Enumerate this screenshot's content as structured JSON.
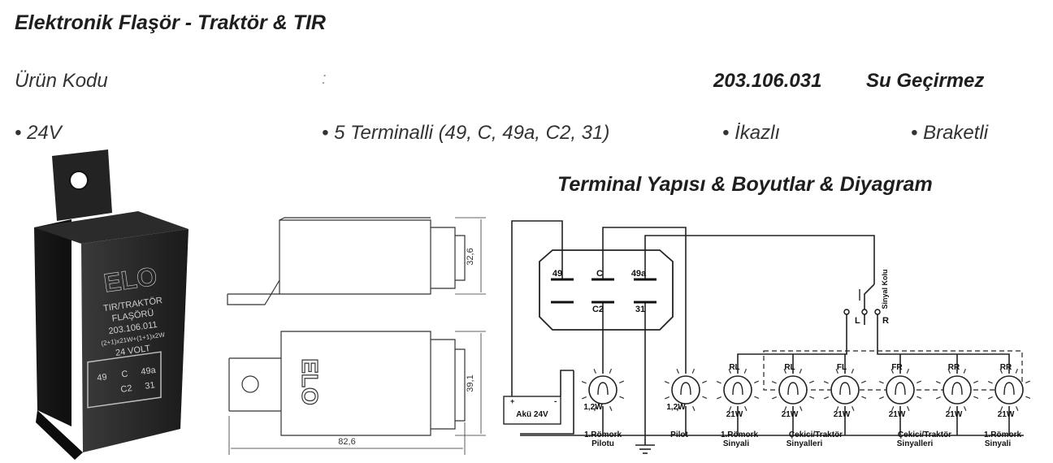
{
  "header": {
    "title": "Elektronik Flaşör - Traktör & TIR",
    "code_label": "Ürün Kodu",
    "code_separator": ":",
    "code_value": "203.106.031",
    "feature_badge": "Su Geçirmez"
  },
  "features": [
    "• 24V",
    "• 5 Terminalli (49, C, 49a, C2, 31)",
    "• İkazlı",
    "• Braketli"
  ],
  "section_title": "Terminal Yapısı & Boyutlar & Diyagram",
  "product": {
    "brand": "ELO",
    "lines": [
      "TIR/TRAKTÖR",
      "FLAŞÖRÜ",
      "203.106.011",
      "(2+1)x21W+(1+1)x2W",
      "24 VOLT"
    ],
    "terminals": [
      "49",
      "C",
      "49a",
      "C2",
      "31"
    ]
  },
  "dimensions": {
    "height_top": "32,6",
    "height_bottom": "39,1",
    "length": "82,6",
    "brand": "ELO"
  },
  "diagram": {
    "terminals": [
      "49",
      "C",
      "49a",
      "C2",
      "31"
    ],
    "battery": "Akü 24V",
    "switch_label": "Sinyal Kolu",
    "switch_left": "L",
    "switch_right": "R",
    "lamps": [
      {
        "code": "",
        "watt": "1,2W"
      },
      {
        "code": "",
        "watt": "1,2W"
      },
      {
        "code": "RL",
        "watt": "21W"
      },
      {
        "code": "RL",
        "watt": "21W"
      },
      {
        "code": "FL",
        "watt": "21W"
      },
      {
        "code": "FR",
        "watt": "21W"
      },
      {
        "code": "RR",
        "watt": "21W"
      },
      {
        "code": "RR",
        "watt": "21W"
      }
    ],
    "captions": [
      [
        "1.Römork",
        "Pilotu"
      ],
      [
        "Pilot"
      ],
      [
        "1.Römork",
        "Sinyali"
      ],
      [
        "Çekici/Traktör",
        "Sinyalleri"
      ],
      [
        "Çekici/Traktör",
        "Sinyalleri"
      ],
      [
        "1.Römork",
        "Sinyali"
      ]
    ]
  }
}
